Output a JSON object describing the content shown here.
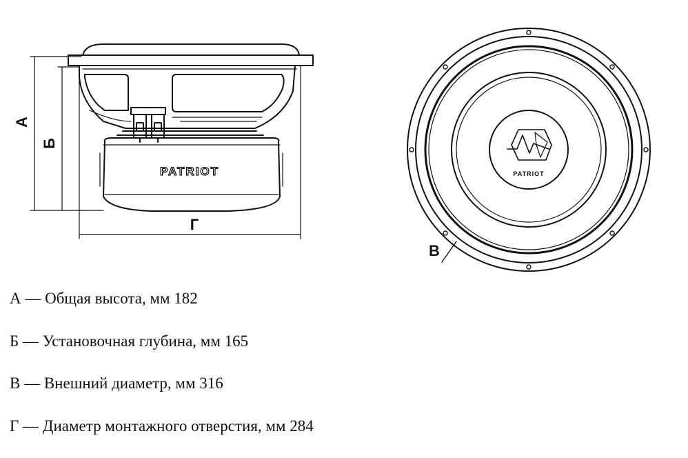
{
  "side_view": {
    "brand": "PATRIOT",
    "dim_a_letter": "А",
    "dim_b_letter": "Б",
    "dim_g_letter": "Г"
  },
  "front_view": {
    "brand": "PATRIOT",
    "dim_v_letter": "В"
  },
  "specs": [
    {
      "text": "А — Общая высота, мм 182"
    },
    {
      "text": "Б — Установочная глубина, мм 165"
    },
    {
      "text": "В — Внешний диаметр, мм 316"
    },
    {
      "text": "Г — Диаметр монтажного отверстия, мм 284"
    }
  ]
}
